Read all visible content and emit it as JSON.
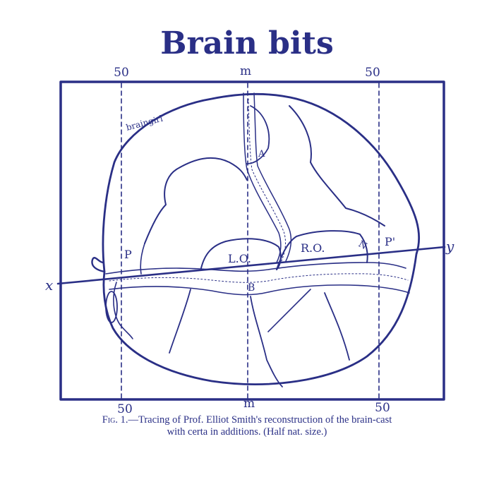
{
  "title": "Brain bits",
  "colors": {
    "ink": "#2a2f86",
    "background": "#ffffff"
  },
  "labels": {
    "top_left_50": "50",
    "top_m": "m",
    "top_right_50": "50",
    "bottom_left_50": "50",
    "bottom_m": "m",
    "bottom_right_50": "50",
    "x_axis": "x",
    "y_axis": "y",
    "braingirl": "braingirl",
    "p_left": "P",
    "p_right": "P'",
    "lo": "L.O.",
    "ro": "R.O.",
    "n": "N",
    "a": "A",
    "b": "B"
  },
  "caption": {
    "fig": "Fig. 1.",
    "line1": "—Tracing of Prof. Elliot Smith's reconstruction of the brain-cast",
    "line2": "with certa in additions.   (Half nat. size.)"
  }
}
